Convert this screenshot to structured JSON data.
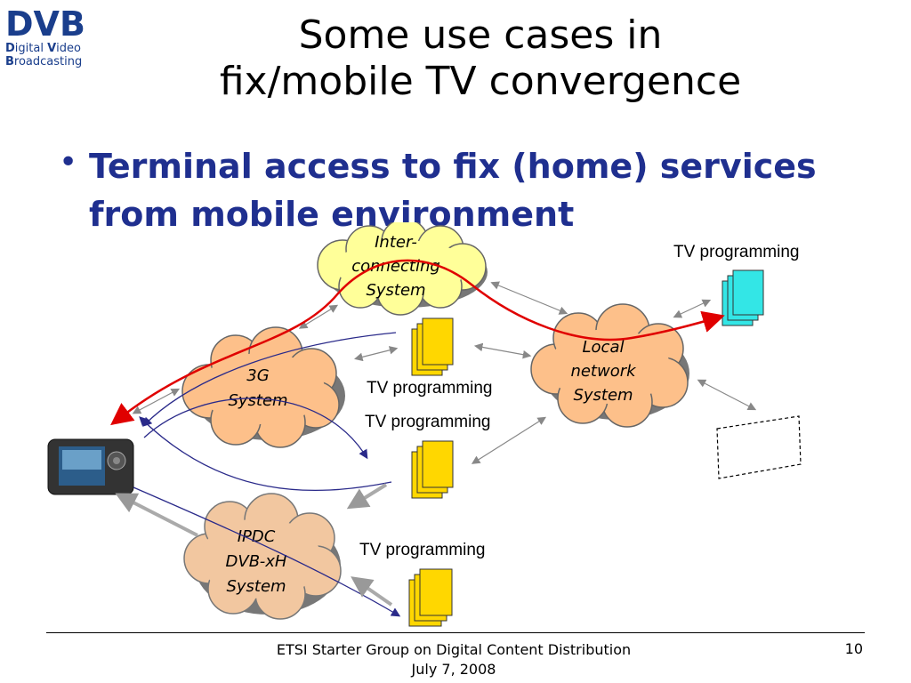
{
  "logo": {
    "big": "DVB",
    "line1_initial": "D",
    "line1_rest": "igital ",
    "line1_initial2": "V",
    "line1_rest2": "ideo",
    "line2_initial": "B",
    "line2_rest": "roadcasting",
    "icon": "dvb-logo"
  },
  "title": {
    "line1": "Some use cases in",
    "line2": "fix/mobile TV convergence"
  },
  "bullet": {
    "symbol": "•",
    "text": "Terminal access to fix (home) services from mobile environment"
  },
  "diagram": {
    "clouds": {
      "interconnecting": [
        "Inter-",
        "connecting",
        "System"
      ],
      "three_g": [
        "3G",
        "System"
      ],
      "local": [
        "Local",
        "network",
        "System"
      ],
      "ipdc": [
        "IPDC",
        "DVB-xH",
        "System"
      ]
    },
    "programming_labels": {
      "top_right": "TV programming",
      "middle_upper": "TV programming",
      "middle_lower": "TV programming",
      "bottom": "TV programming"
    },
    "colors": {
      "cloud_orange": "#fdc08a",
      "cloud_yellow": "#ffff99",
      "cloud_ipdc": "#f2c7a0",
      "doc_yellow": "#ffd700",
      "doc_cyan": "#33e6e6",
      "red_path": "#e00000",
      "blue_path": "#2a2a8a"
    }
  },
  "footer": {
    "line1": "ETSI Starter Group on Digital Content Distribution",
    "line2": "July 7, 2008",
    "page": "10"
  }
}
